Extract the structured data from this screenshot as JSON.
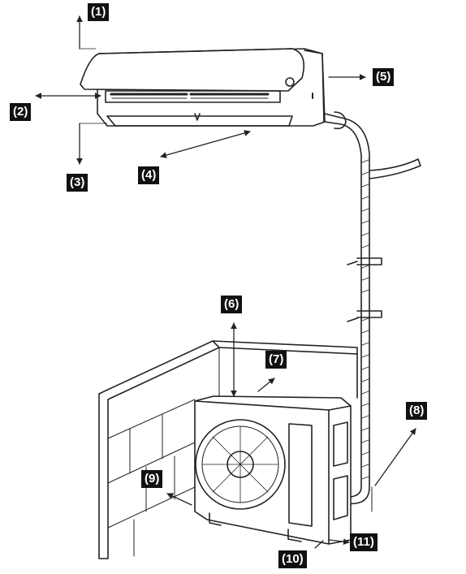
{
  "labels": {
    "l1": "(1)",
    "l2": "(2)",
    "l3": "(3)",
    "l4": "(4)",
    "l5": "(5)",
    "l6": "(6)",
    "l7": "(7)",
    "l8": "(8)",
    "l9": "(9)",
    "l10": "(10)",
    "l11": "(11)"
  },
  "colors": {
    "stroke": "#222222",
    "label_bg": "#111111",
    "label_text": "#ffffff"
  }
}
